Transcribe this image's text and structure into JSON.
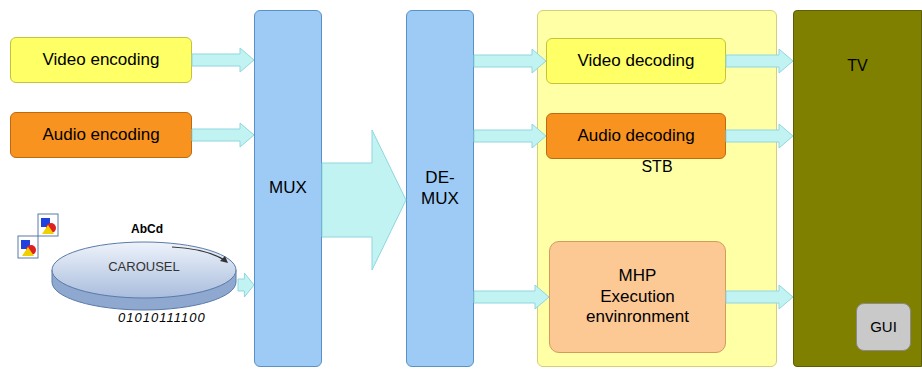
{
  "diagram": {
    "nodes": [
      {
        "text": [
          "Video encoding"
        ]
      },
      {
        "text": [
          "Audio encoding"
        ]
      },
      {
        "text": [
          "CAROUSEL"
        ]
      },
      {
        "text": [
          "MUX"
        ]
      },
      {
        "text": [
          "DE- MUX"
        ]
      },
      {
        "text": [
          "STB"
        ]
      },
      {
        "text": [
          "Video decoding"
        ],
        "in": 5
      },
      {
        "text": [
          "Audio decoding"
        ],
        "in": 5
      },
      {
        "text": [
          "MHP Execution envinronment"
        ],
        "in": 5
      },
      {
        "text": [
          "TV"
        ]
      },
      {
        "text": [
          "GUI"
        ],
        "in": 9
      }
    ],
    "edges": [
      {
        "from": 0,
        "to": 3,
        "arrow": "to"
      },
      {
        "from": 1,
        "to": 3,
        "arrow": "to"
      },
      {
        "from": 2,
        "to": 3,
        "arrow": "to"
      },
      {
        "from": 3,
        "to": 4,
        "arrow": "to"
      },
      {
        "from": 4,
        "to": 6,
        "arrow": "to"
      },
      {
        "from": 4,
        "to": 7,
        "arrow": "to"
      },
      {
        "from": 4,
        "to": 8,
        "arrow": "to"
      },
      {
        "from": 6,
        "to": 9,
        "arrow": "to"
      },
      {
        "from": 7,
        "to": 9,
        "arrow": "to"
      },
      {
        "from": 8,
        "to": 9,
        "arrow": "to"
      }
    ],
    "labels": [
      "AbCd",
      "01010111100"
    ]
  }
}
